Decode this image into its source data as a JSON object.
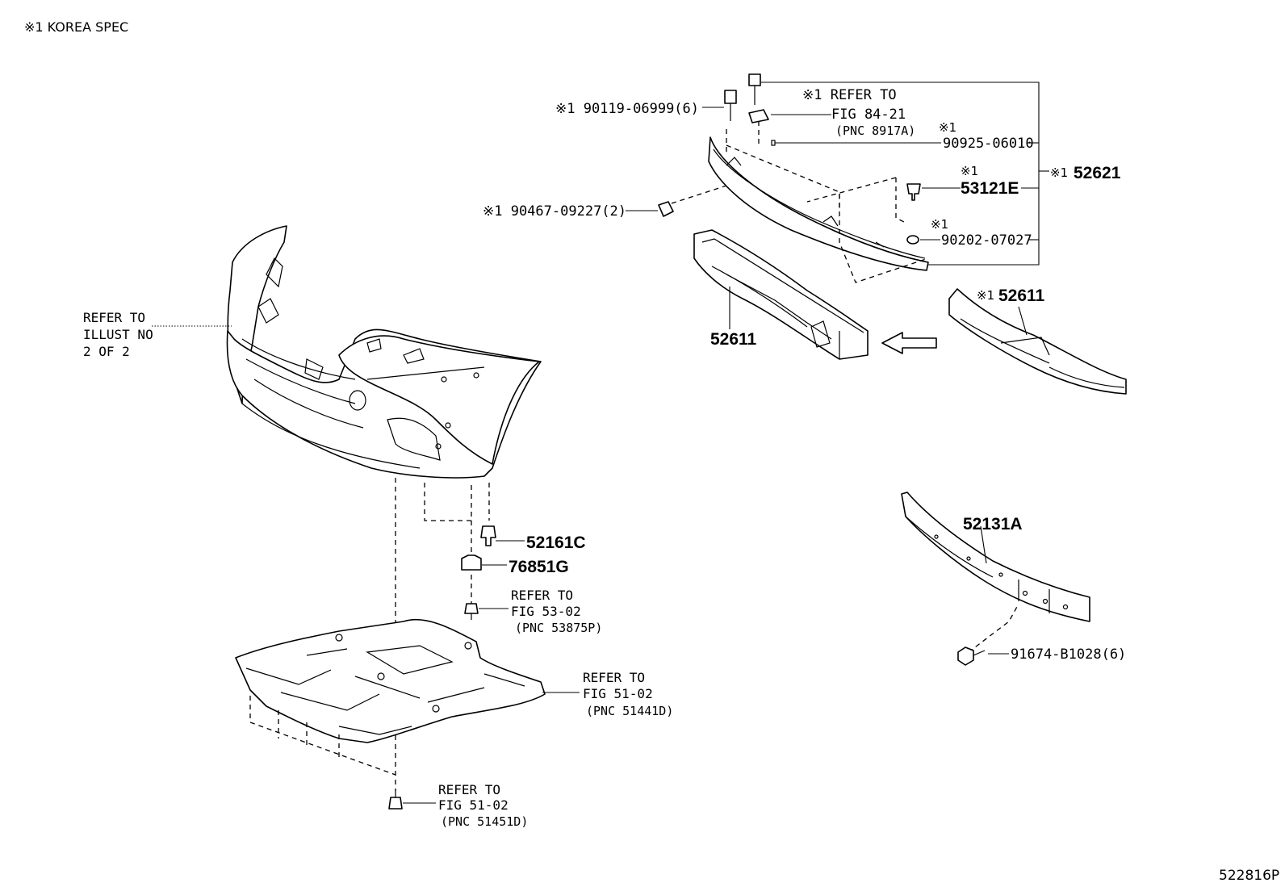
{
  "header": {
    "spec_note": "※1 KOREA SPEC"
  },
  "footer": {
    "illustration_id": "522816P"
  },
  "callouts": {
    "bolt_90119": "※1 90119-06999(6)",
    "refer_84_line1": "※1 REFER TO",
    "refer_84_line2": "FIG 84-21",
    "refer_84_line3": "(PNC 8917A)",
    "mark_90925": "※1",
    "part_90925": "90925-06010",
    "mark_52621": "※1",
    "part_52621": "52621",
    "mark_53121e": "※1",
    "part_53121e": "53121E",
    "mark_90202": "※1",
    "part_90202": "90202-07027",
    "nut_90467": "※1 90467-09227(2)",
    "mark_52611_r": "※1",
    "part_52611_r": "52611",
    "part_52611_l": "52611",
    "refer_illust_line1": "REFER TO",
    "refer_illust_line2": "ILLUST NO",
    "refer_illust_line3": "2 OF 2",
    "part_52161c": "52161C",
    "part_76851g": "76851G",
    "refer_53_line1": "REFER TO",
    "refer_53_line2": "FIG 53-02",
    "refer_53_line3": "(PNC 53875P)",
    "refer_51a_line1": "REFER TO",
    "refer_51a_line2": "FIG 51-02",
    "refer_51a_line3": "(PNC 51441D)",
    "refer_51b_line1": "REFER TO",
    "refer_51b_line2": "FIG 51-02",
    "refer_51b_line3": "(PNC 51451D)",
    "part_52131a": "52131A",
    "bolt_91674": "91674-B1028(6)"
  }
}
